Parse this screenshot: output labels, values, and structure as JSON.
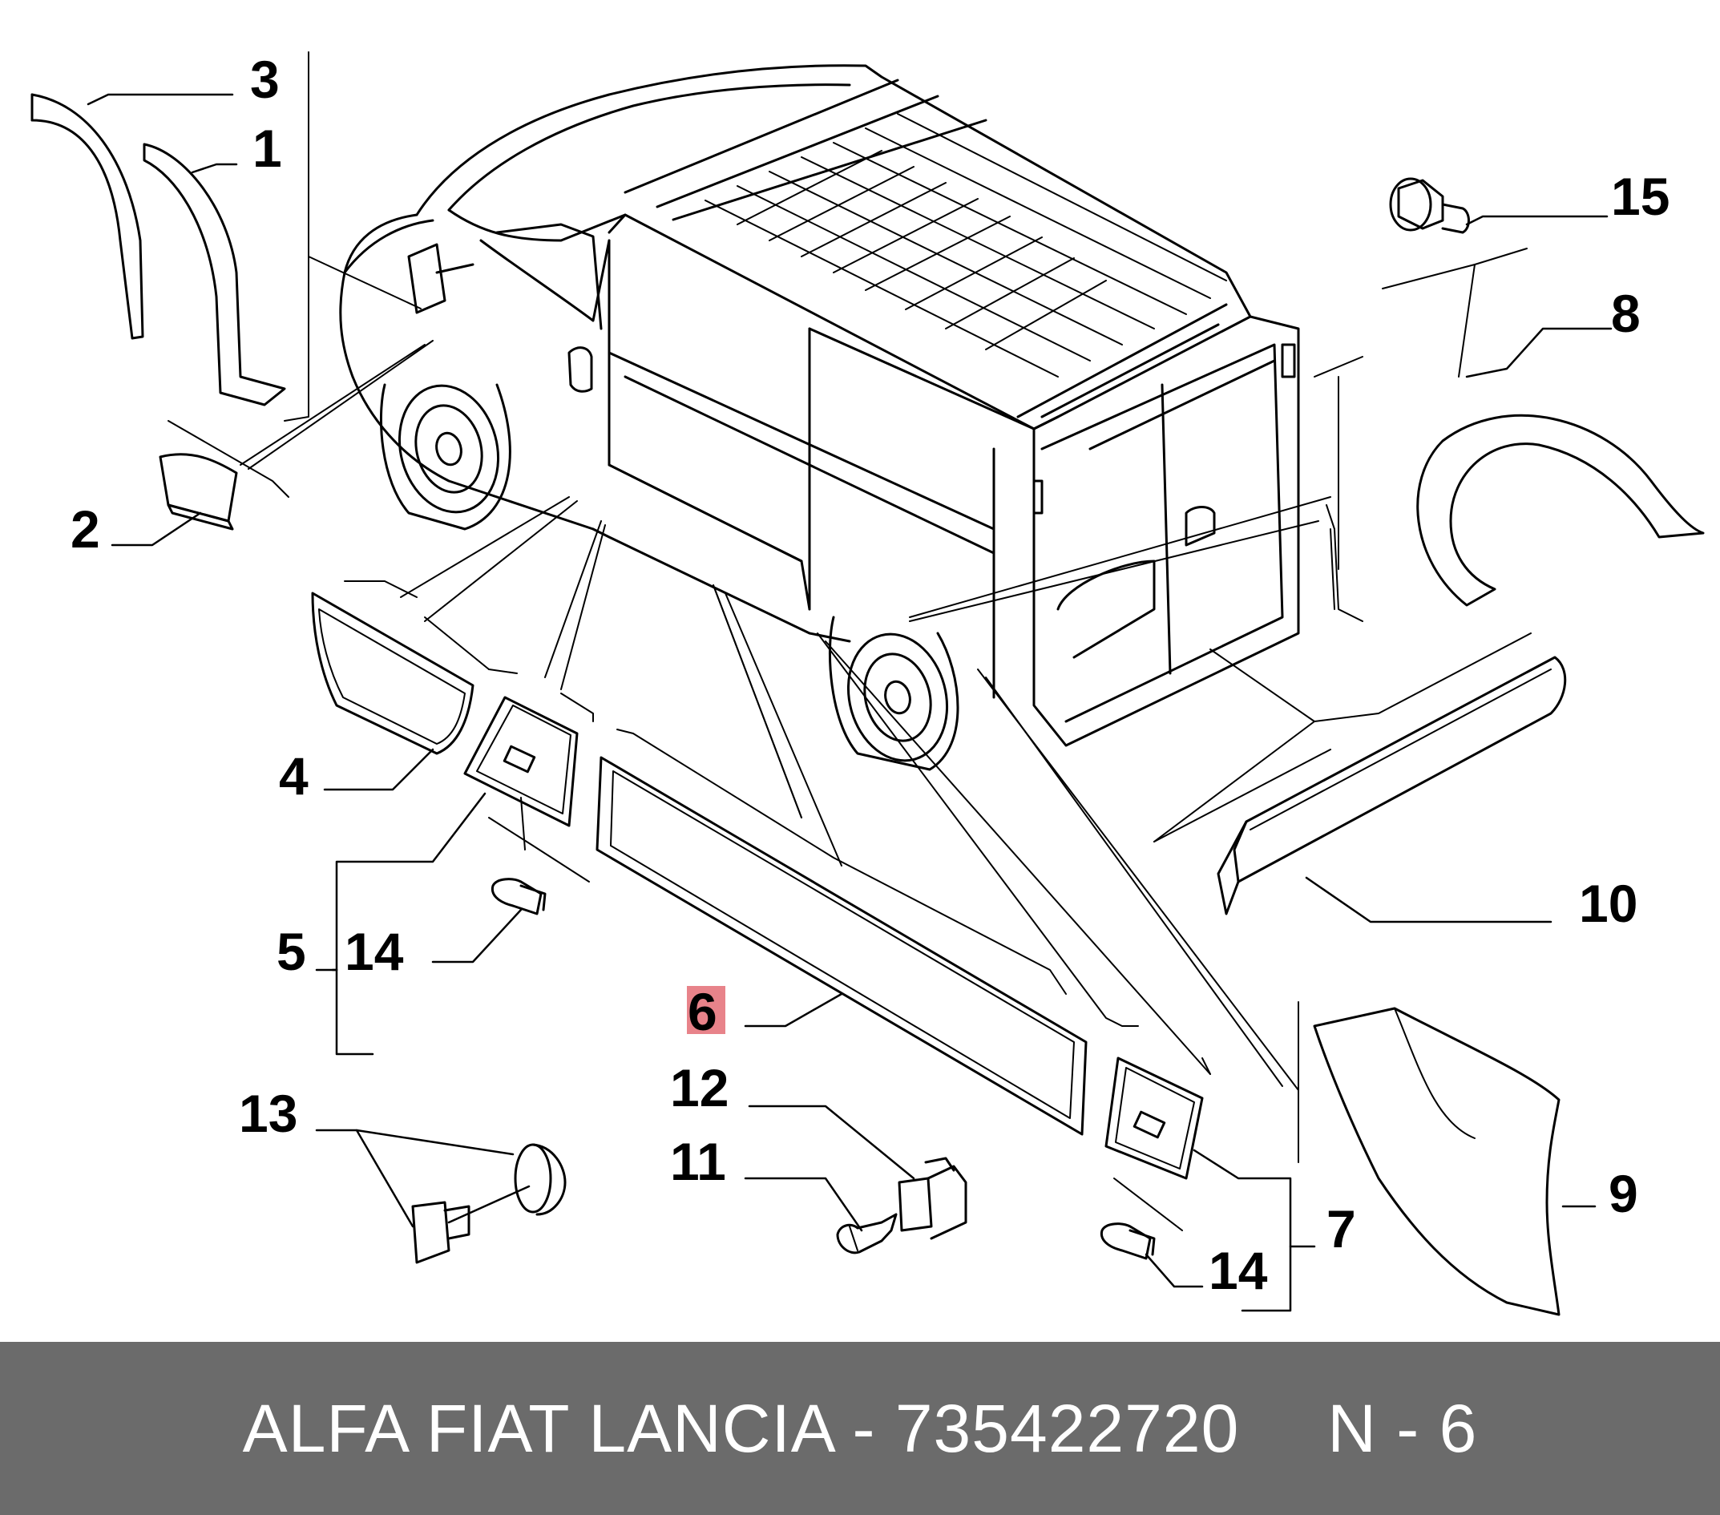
{
  "colors": {
    "line": "#000000",
    "highlight": "#e8838a",
    "footer_bg": "#6b6b6b",
    "footer_text": "#ffffff"
  },
  "highlighted_callout": "6",
  "callouts": {
    "c1": "1",
    "c2": "2",
    "c3": "3",
    "c4": "4",
    "c5": "5",
    "c6": "6",
    "c7": "7",
    "c8": "8",
    "c9": "9",
    "c10": "10",
    "c11": "11",
    "c12": "12",
    "c13": "13",
    "c14a": "14",
    "c14b": "14",
    "c15": "15"
  },
  "footer": {
    "brand_part": "ALFA FIAT LANCIA - 735422720",
    "page_ref": "N - 6"
  }
}
